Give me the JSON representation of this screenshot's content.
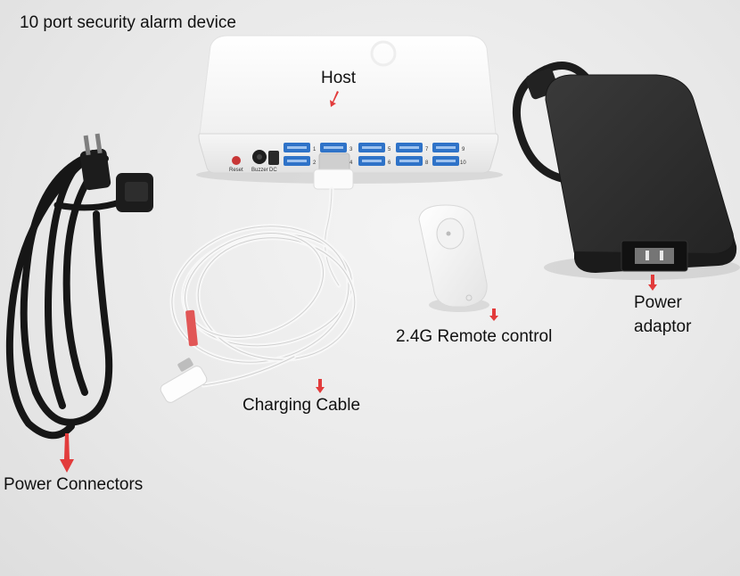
{
  "title": "10 port security alarm device",
  "labels": {
    "host": "Host",
    "remote": "2.4G Remote control",
    "cable": "Charging Cable",
    "power_connectors": "Power Connectors",
    "power_adaptor_line1": "Power",
    "power_adaptor_line2": "adaptor"
  },
  "host_panel": {
    "reset": "Reset",
    "buzzer": "Buzzer",
    "dc": "DC",
    "port_numbers": [
      "1",
      "2",
      "3",
      "4",
      "5",
      "6",
      "7",
      "8",
      "9",
      "10"
    ]
  },
  "colors": {
    "arrow": "#e23b3b",
    "usb_port": "#2f73c8",
    "host_body": "#fafafa",
    "adaptor_body": "#2b2b2b",
    "cable_black": "#1a1a1a",
    "cable_white": "#f7f7f7"
  }
}
